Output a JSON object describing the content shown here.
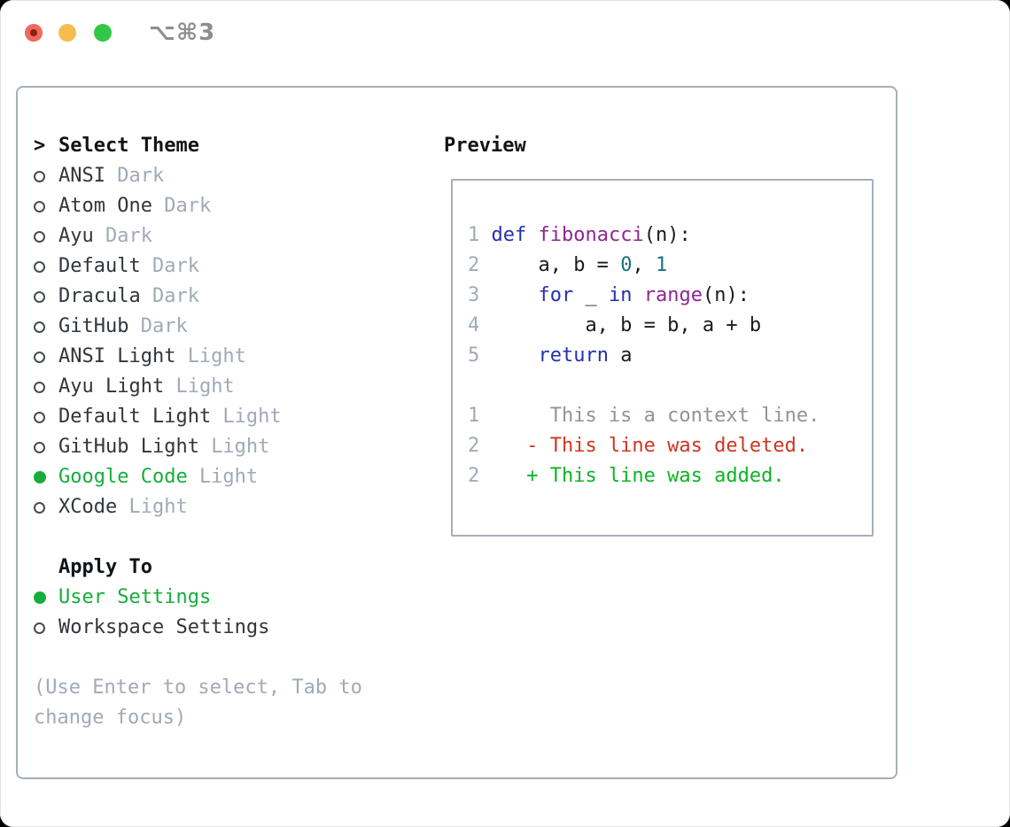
{
  "titlebar": {
    "shortcut": "⌥⌘3",
    "buttons": [
      "close",
      "minimize",
      "zoom"
    ]
  },
  "theme_panel": {
    "header_prefix": ">",
    "header": "Select Theme",
    "items": [
      {
        "label": "ANSI",
        "variant": "Dark",
        "selected": false
      },
      {
        "label": "Atom One",
        "variant": "Dark",
        "selected": false
      },
      {
        "label": "Ayu",
        "variant": "Dark",
        "selected": false
      },
      {
        "label": "Default",
        "variant": "Dark",
        "selected": false
      },
      {
        "label": "Dracula",
        "variant": "Dark",
        "selected": false
      },
      {
        "label": "GitHub",
        "variant": "Dark",
        "selected": false
      },
      {
        "label": "ANSI Light",
        "variant": "Light",
        "selected": false
      },
      {
        "label": "Ayu Light",
        "variant": "Light",
        "selected": false
      },
      {
        "label": "Default Light",
        "variant": "Light",
        "selected": false
      },
      {
        "label": "GitHub Light",
        "variant": "Light",
        "selected": false
      },
      {
        "label": "Google Code",
        "variant": "Light",
        "selected": true
      },
      {
        "label": "XCode",
        "variant": "Light",
        "selected": false
      }
    ],
    "apply_to": {
      "header": "Apply To",
      "options": [
        {
          "label": "User Settings",
          "selected": true
        },
        {
          "label": "Workspace Settings",
          "selected": false
        }
      ]
    },
    "help": [
      "(Use Enter to select, Tab to",
      "change focus)"
    ]
  },
  "preview": {
    "header": "Preview",
    "lines": [
      {
        "n": "1",
        "tokens": [
          [
            "p",
            " "
          ],
          [
            "k",
            "def"
          ],
          [
            "p",
            " "
          ],
          [
            "f",
            "fibonacci"
          ],
          [
            "p",
            "(n):"
          ]
        ]
      },
      {
        "n": "2",
        "tokens": [
          [
            "p",
            "     a, b = "
          ],
          [
            "l",
            "0"
          ],
          [
            "p",
            ", "
          ],
          [
            "l",
            "1"
          ]
        ]
      },
      {
        "n": "3",
        "tokens": [
          [
            "p",
            "     "
          ],
          [
            "k",
            "for"
          ],
          [
            "p",
            " _ "
          ],
          [
            "k",
            "in"
          ],
          [
            "p",
            " "
          ],
          [
            "f",
            "range"
          ],
          [
            "p",
            "(n):"
          ]
        ]
      },
      {
        "n": "4",
        "tokens": [
          [
            "p",
            "         a, b = b, a + b"
          ]
        ]
      },
      {
        "n": "5",
        "tokens": [
          [
            "p",
            "     "
          ],
          [
            "k",
            "return"
          ],
          [
            "p",
            " a"
          ]
        ]
      },
      {
        "n": "",
        "tokens": []
      },
      {
        "n": "1",
        "tokens": [
          [
            "c",
            "      This is a context line."
          ]
        ]
      },
      {
        "n": "2",
        "tokens": [
          [
            "d",
            "    - This line was deleted."
          ]
        ]
      },
      {
        "n": "2",
        "tokens": [
          [
            "a",
            "    + This line was added."
          ]
        ]
      }
    ]
  },
  "colors": {
    "traffic_red": "#ee6a5f",
    "traffic_red_inner": "#8c1d12",
    "traffic_yellow": "#f5bd4f",
    "traffic_green": "#33c748",
    "shortcut_gray": "#8e8e8e",
    "border": "#a6aeb9",
    "header_text": "#101418",
    "item_text": "#30363c",
    "muted": "#a0aab8",
    "radio_stroke": "#454c54",
    "selected_green": "#17ad3c",
    "keyword": "#2430b0",
    "function": "#8e2694",
    "literal": "#15737a",
    "plain": "#1b1b1b",
    "context": "#8d949d",
    "deleted": "#cf3522",
    "added": "#0db424"
  }
}
